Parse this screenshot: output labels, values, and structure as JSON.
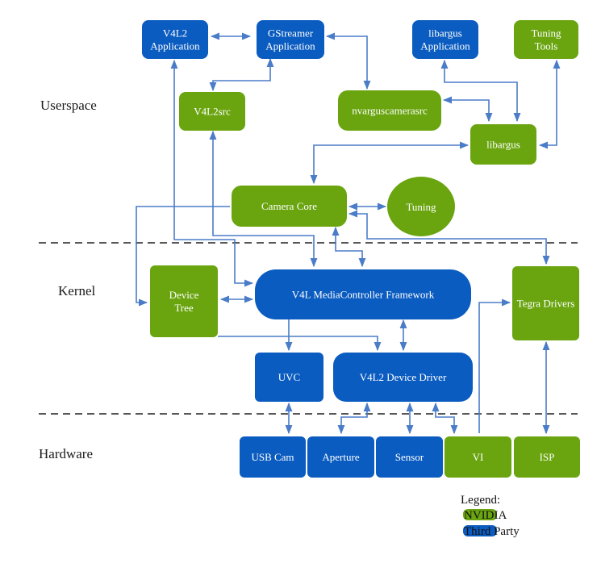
{
  "colors": {
    "nvidia": "#6aa510",
    "third_party": "#0b5cc0",
    "arrow": "#4a7cc8",
    "divider": "#222222"
  },
  "layers": {
    "userspace": "Userspace",
    "kernel": "Kernel",
    "hardware": "Hardware"
  },
  "nodes": {
    "v4l2_app": [
      "V4L2",
      "Application"
    ],
    "gstreamer_app": [
      "GStreamer",
      "Application"
    ],
    "libargus_app": [
      "libargus",
      "Application"
    ],
    "tuning_tools": [
      "Tuning",
      "Tools"
    ],
    "v4l2src": [
      "V4L2src"
    ],
    "nvarguscamerasrc": [
      "nvarguscamerasrc"
    ],
    "libargus": [
      "libargus"
    ],
    "camera_core": [
      "Camera Core"
    ],
    "tuning": [
      "Tuning"
    ],
    "device_tree": [
      "Device",
      "Tree"
    ],
    "v4l_mc_framework": [
      "V4L MediaController Framework"
    ],
    "tegra_drivers": [
      "Tegra Drivers"
    ],
    "uvc": [
      "UVC"
    ],
    "v4l2_device_driver": [
      "V4L2 Device Driver"
    ],
    "usb_cam": [
      "USB Cam"
    ],
    "aperture": [
      "Aperture"
    ],
    "sensor": [
      "Sensor"
    ],
    "vi": [
      "VI"
    ],
    "isp": [
      "ISP"
    ]
  },
  "legend": {
    "title": "Legend:",
    "nvidia": "NVIDIA",
    "third_party": "Third Party"
  }
}
